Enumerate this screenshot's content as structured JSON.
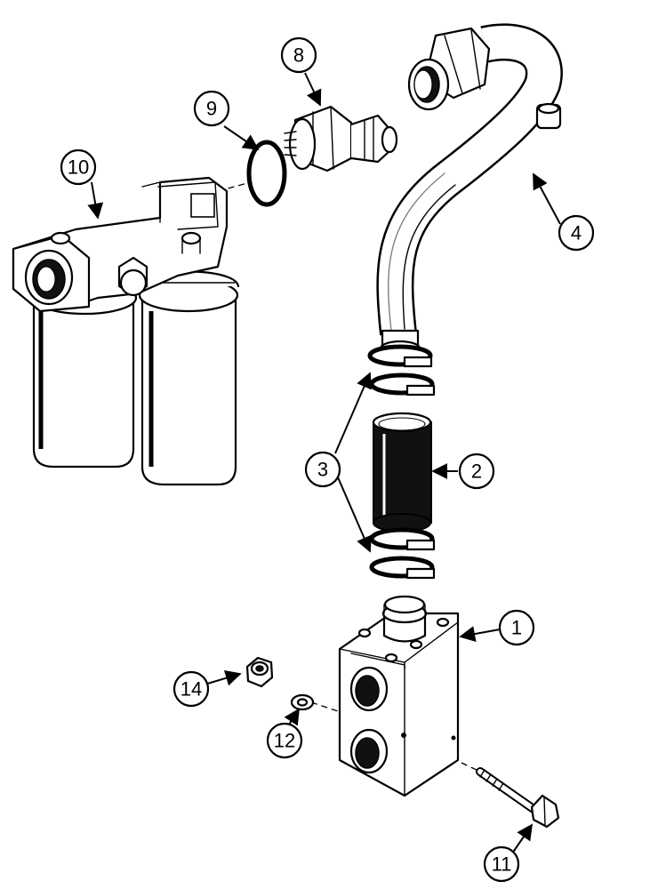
{
  "callouts": [
    {
      "id": "c1",
      "label": "1"
    },
    {
      "id": "c2",
      "label": "2"
    },
    {
      "id": "c3",
      "label": "3"
    },
    {
      "id": "c4",
      "label": "4"
    },
    {
      "id": "c8",
      "label": "8"
    },
    {
      "id": "c9",
      "label": "9"
    },
    {
      "id": "c10",
      "label": "10"
    },
    {
      "id": "c11",
      "label": "11"
    },
    {
      "id": "c12",
      "label": "12"
    },
    {
      "id": "c14",
      "label": "14"
    }
  ]
}
